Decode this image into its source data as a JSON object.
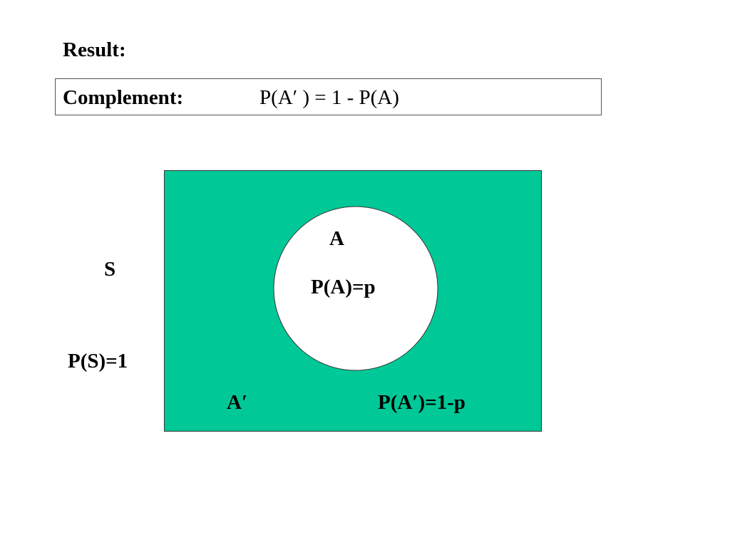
{
  "heading": "Result:",
  "rule": {
    "label": "Complement:",
    "formula": "P(A′ ) = 1 - P(A)"
  },
  "diagram": {
    "sample_space_label": "S",
    "sample_space_prob": "P(S)=1",
    "event_label": "A",
    "event_prob": "P(A)=p",
    "complement_label": "A′",
    "complement_prob": "P(A′)=1-p",
    "colors": {
      "sample_space_fill": "#00c896",
      "event_fill": "#ffffff",
      "outline": "#333333"
    }
  }
}
